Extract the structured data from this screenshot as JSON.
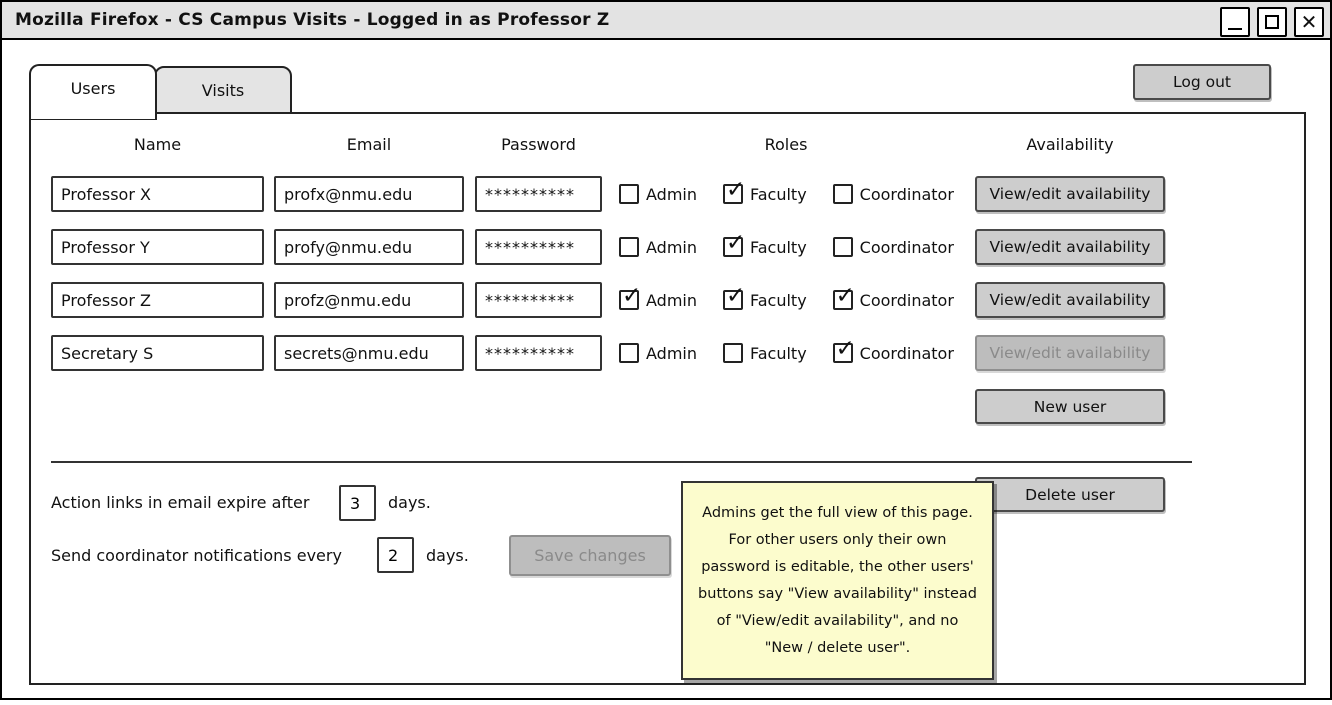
{
  "window": {
    "title": "Mozilla Firefox - CS Campus Visits - Logged in as Professor Z",
    "icons": {
      "minimize": "_",
      "maximize": "□",
      "close": "✕"
    }
  },
  "tabs": [
    {
      "label": "Users",
      "active": true
    },
    {
      "label": "Visits",
      "active": false
    }
  ],
  "header": {
    "logout_label": "Log out"
  },
  "users_panel": {
    "columns": [
      "Name",
      "Email",
      "Password",
      "Roles",
      "Availability"
    ],
    "role_labels": [
      "Admin",
      "Faculty",
      "Coordinator"
    ],
    "rows": [
      {
        "name": "Professor X",
        "email": "profx@nmu.edu",
        "password": "**********",
        "roles": {
          "admin": "",
          "faculty": "✓",
          "coordinator": ""
        },
        "availability": {
          "label": "View/edit availability",
          "enabled": true
        }
      },
      {
        "name": "Professor Y",
        "email": "profy@nmu.edu",
        "password": "**********",
        "roles": {
          "admin": "",
          "faculty": "✓",
          "coordinator": ""
        },
        "availability": {
          "label": "View/edit availability",
          "enabled": true
        }
      },
      {
        "name": "Professor Z",
        "email": "profz@nmu.edu",
        "password": "**********",
        "roles": {
          "admin": "✓",
          "faculty": "✓",
          "coordinator": "✓"
        },
        "availability": {
          "label": "View/edit availability",
          "enabled": true
        }
      },
      {
        "name": "Secretary S",
        "email": "secrets@nmu.edu",
        "password": "**********",
        "roles": {
          "admin": "",
          "faculty": "",
          "coordinator": "✓"
        },
        "availability": {
          "label": "View/edit availability",
          "enabled": false
        }
      }
    ],
    "new_user_label": "New user",
    "delete_user_label": "Delete user"
  },
  "settings": {
    "expire": {
      "prefix": "Action links in email expire after",
      "value": "3",
      "suffix": "days."
    },
    "notify": {
      "prefix": "Send coordinator notifications every",
      "value": "2",
      "suffix": "days."
    },
    "save_label": "Save changes",
    "save_enabled": false
  },
  "note": {
    "text": "Admins get the full view of this page. For other users only their own password is editable, the other users' buttons say \"View availability\" instead of \"View/edit availability\", and no \"New / delete user\"."
  },
  "colors": {
    "titlebar_bg": "#e3e3e3",
    "tab_inactive_bg": "#e4e4e4",
    "button_fill": "#cdcdcd",
    "button_border": "#4a4a4a",
    "disabled_button_fill": "#bdbdbd",
    "disabled_text": "#8a8a8a",
    "note_bg": "#fcfccd"
  }
}
